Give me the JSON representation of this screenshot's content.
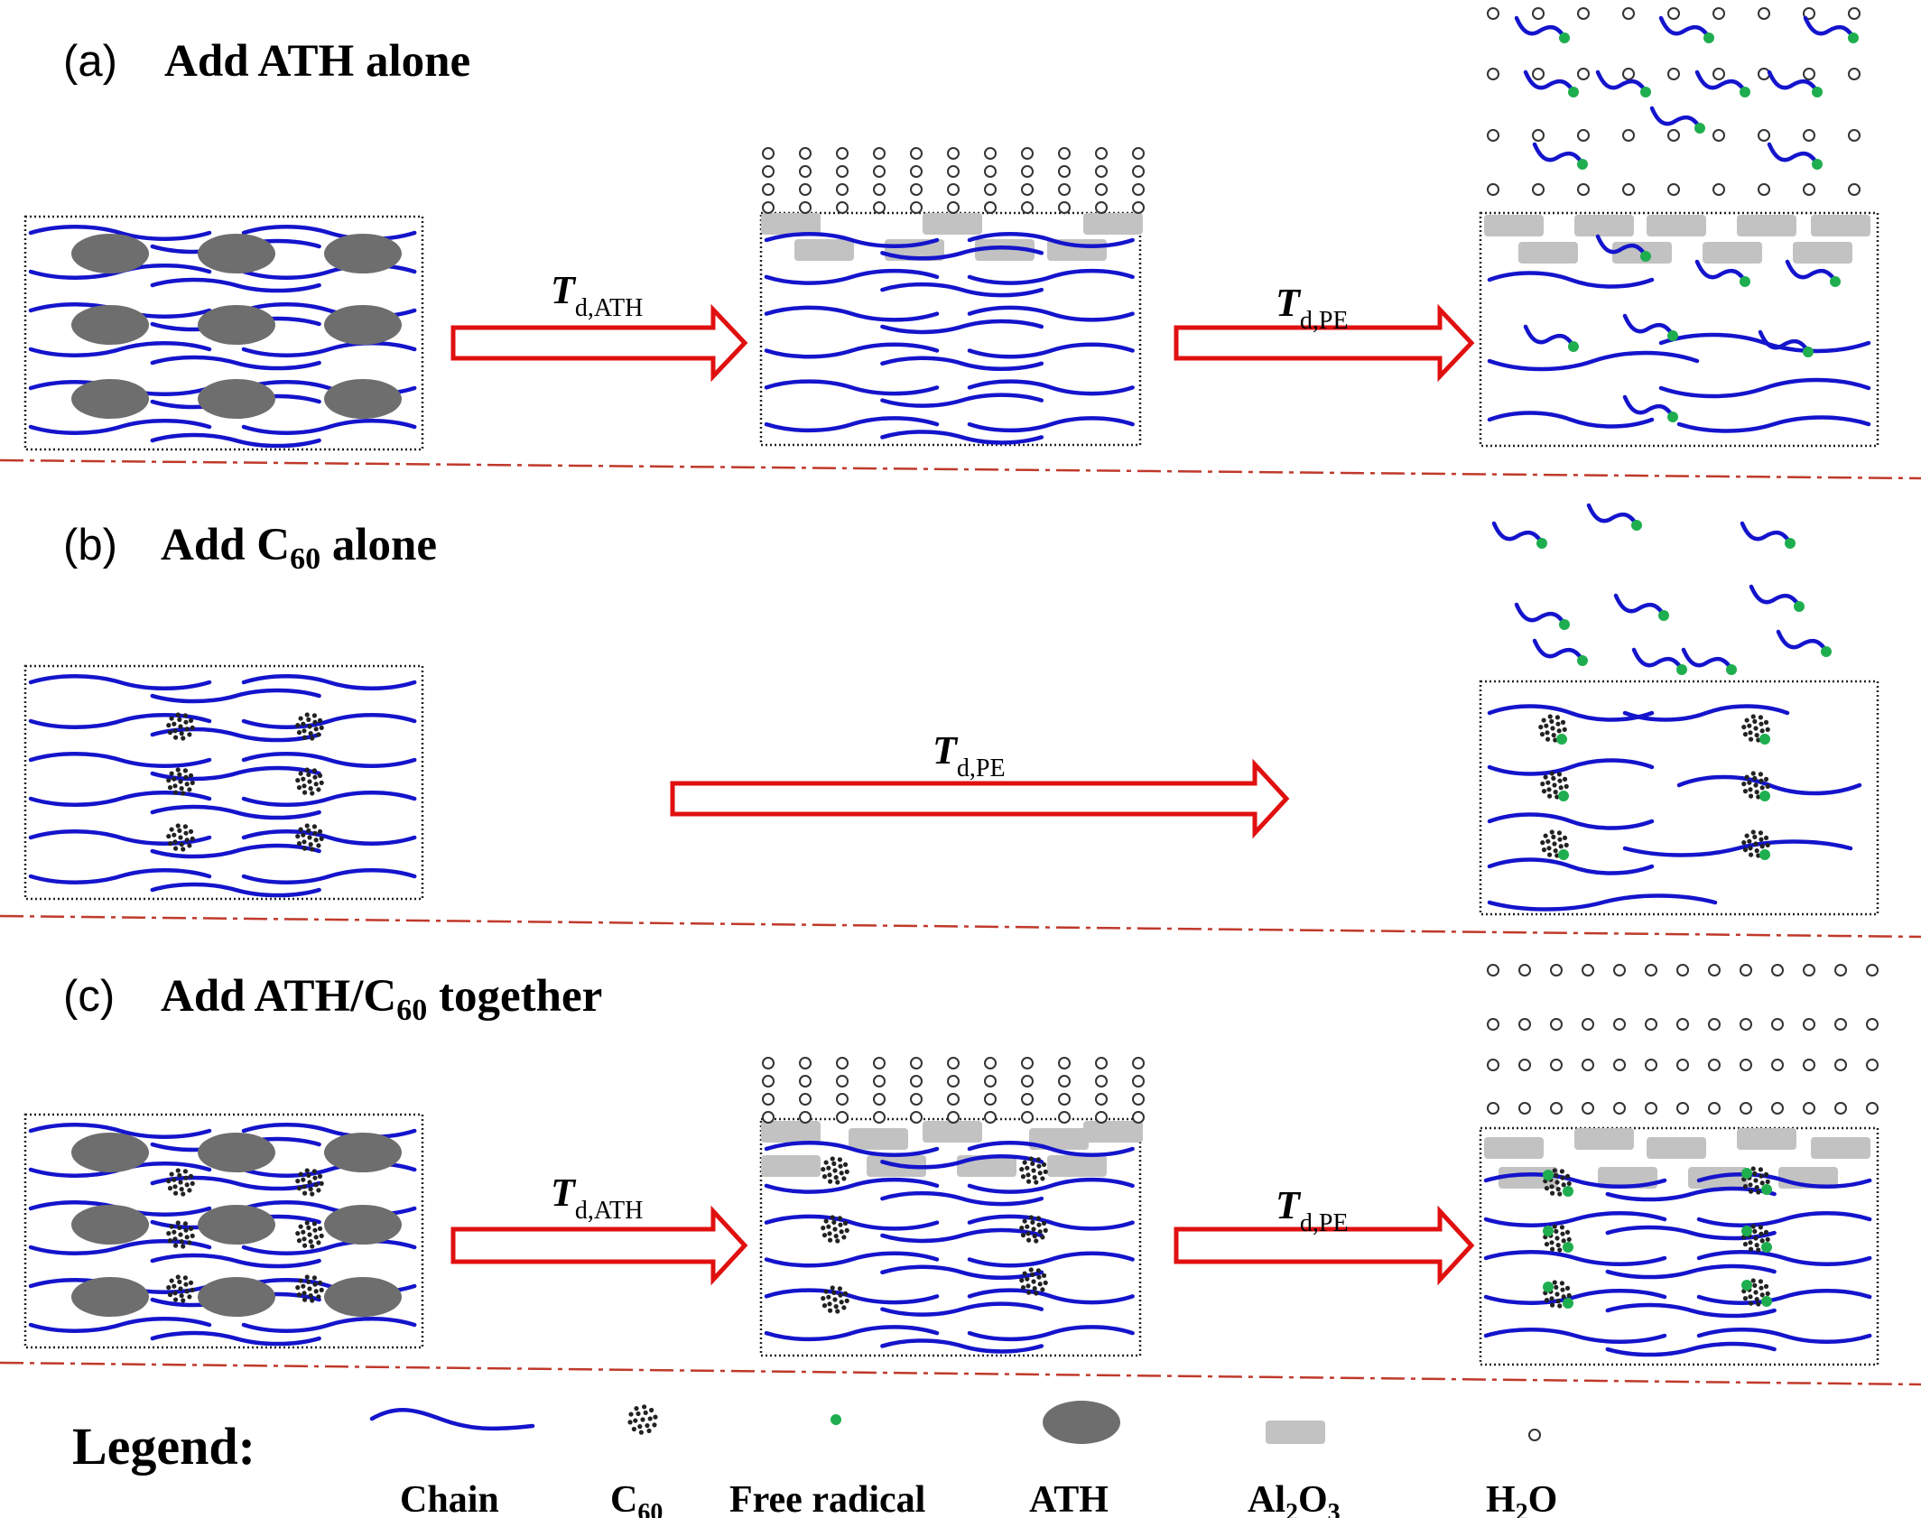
{
  "panels": {
    "a": {
      "label": "(a)",
      "title": "Add ATH alone",
      "title_sub": "",
      "title_after": ""
    },
    "b": {
      "label": "(b)",
      "title": "Add C",
      "title_sub": "60",
      "title_after": " alone"
    },
    "c": {
      "label": "(c)",
      "title": "Add ATH/C",
      "title_sub": "60",
      "title_after": " together"
    }
  },
  "arrows": {
    "td_ath": {
      "main": "T",
      "sub": "d,ATH"
    },
    "td_pe": {
      "main": "T",
      "sub": "d,PE"
    }
  },
  "legend": {
    "title": "Legend:",
    "items": [
      {
        "key": "chain",
        "label": "Chain",
        "sub": "",
        "after": ""
      },
      {
        "key": "c60",
        "label": "C",
        "sub": "60",
        "after": ""
      },
      {
        "key": "radical",
        "label": "Free radical",
        "sub": "",
        "after": ""
      },
      {
        "key": "ath",
        "label": "ATH",
        "sub": "",
        "after": ""
      },
      {
        "key": "al2o3",
        "label": "Al",
        "sub": "2",
        "after": "O",
        "sub2": "3"
      },
      {
        "key": "h2o",
        "label": "H",
        "sub": "2",
        "after": "O"
      }
    ]
  },
  "colors": {
    "chain": "#1414cc",
    "radical": "#1fae4f",
    "ath": "#6e6e6e",
    "al2o3": "#c2c2c2",
    "arrow": "#e01010",
    "separator": "#c0392b"
  }
}
